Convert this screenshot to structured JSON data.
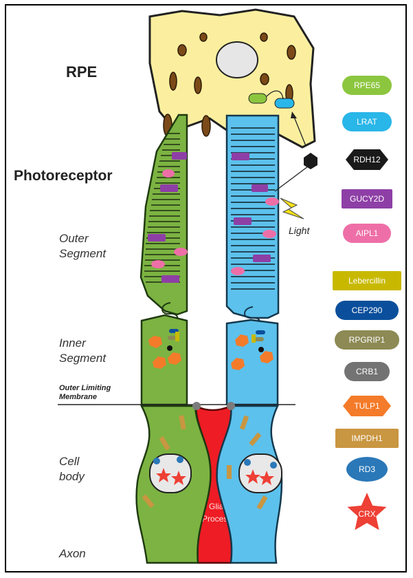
{
  "labels": {
    "rpe": "RPE",
    "photoreceptor": "Photoreceptor",
    "outer_segment": [
      "Outer",
      "Segment"
    ],
    "inner_segment": [
      "Inner",
      "Segment"
    ],
    "outer_limiting_membrane": [
      "Outer Limiting",
      "Membrane"
    ],
    "cell_body": [
      "Cell",
      "body"
    ],
    "axon": "Axon",
    "light": "Light",
    "glial_process": [
      "Glial",
      "Process"
    ]
  },
  "legend": [
    {
      "label": "RPE65",
      "color": "#8cc63f",
      "shape": "pill"
    },
    {
      "label": "LRAT",
      "color": "#29b6e8",
      "shape": "pill"
    },
    {
      "label": "RDH12",
      "color": "#1a1a1a",
      "shape": "hexagon"
    },
    {
      "label": "GUCY2D",
      "color": "#8e3fa6",
      "shape": "rect"
    },
    {
      "label": "AIPL1",
      "color": "#ee6fa7",
      "shape": "pill"
    },
    {
      "label": "Lebercillin",
      "color": "#c8b900",
      "shape": "rect"
    },
    {
      "label": "CEP290",
      "color": "#0b4f9c",
      "shape": "pill"
    },
    {
      "label": "RPGRIP1",
      "color": "#8d8a55",
      "shape": "pill"
    },
    {
      "label": "CRB1",
      "color": "#737373",
      "shape": "pill"
    },
    {
      "label": "TULP1",
      "color": "#f47b2a",
      "shape": "hexagon"
    },
    {
      "label": "IMPDH1",
      "color": "#c99641",
      "shape": "rect"
    },
    {
      "label": "RD3",
      "color": "#2b78b8",
      "shape": "circle"
    },
    {
      "label": "CRX",
      "color": "#ee4035",
      "shape": "star"
    }
  ],
  "colors": {
    "rpe_cell": "#fbef9f",
    "rod_cell": "#7cb342",
    "cone_cell": "#5cc1ec",
    "glial": "#ee1c24",
    "nucleus": "#e8e8e8"
  }
}
